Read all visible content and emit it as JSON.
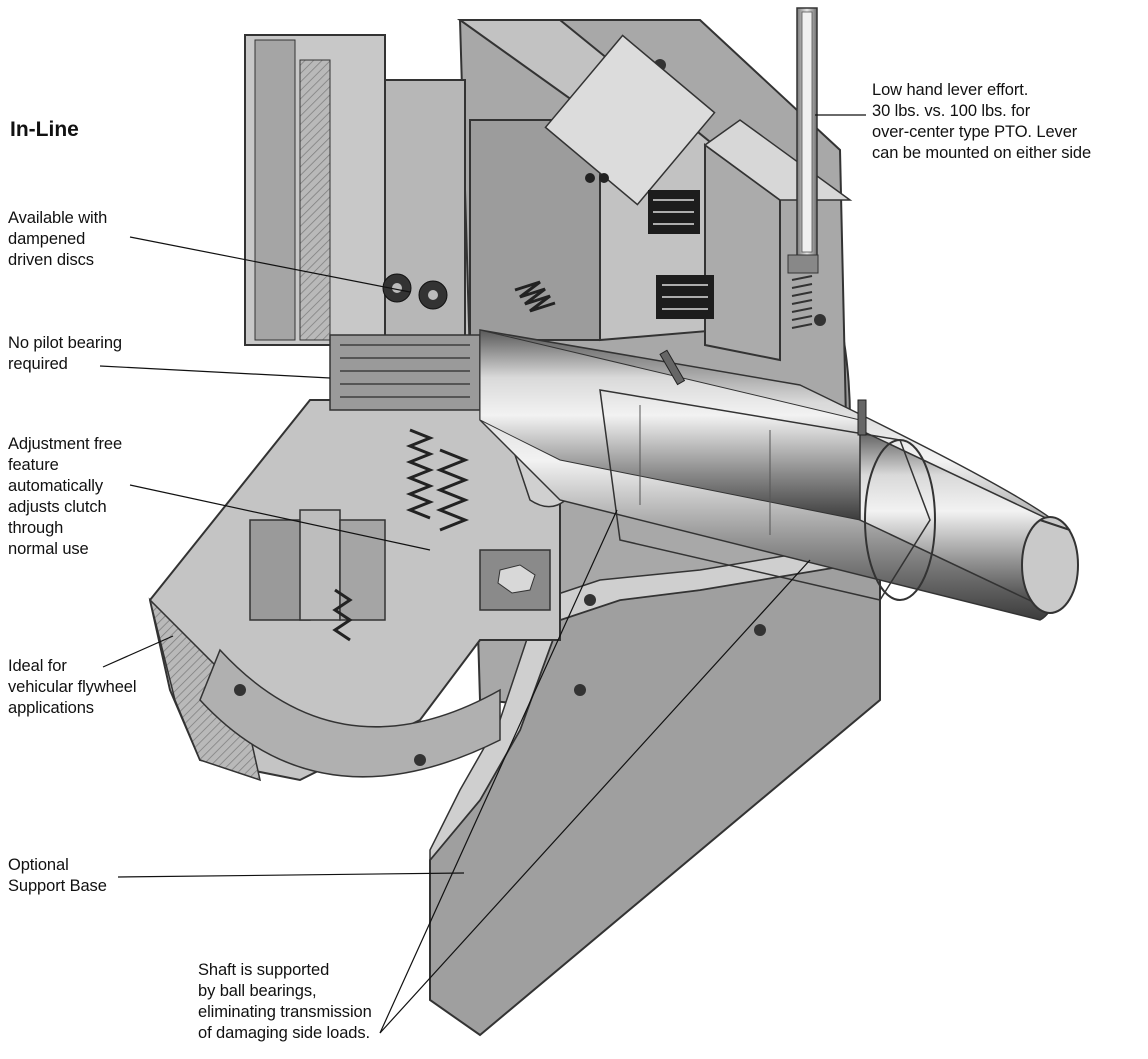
{
  "diagram": {
    "title": "In-Line",
    "callouts": [
      {
        "id": "lever",
        "lines": [
          "Low hand lever effort.",
          "30 lbs. vs. 100 lbs. for",
          "over-center type PTO. Lever",
          "can be  mounted on either side"
        ]
      },
      {
        "id": "discs",
        "lines": [
          "Available with",
          "dampened",
          "driven discs"
        ]
      },
      {
        "id": "pilot",
        "lines": [
          "No pilot bearing",
          "required"
        ]
      },
      {
        "id": "adjust",
        "lines": [
          "Adjustment free",
          "feature",
          "automatically",
          "adjusts clutch",
          "through",
          "normal use"
        ]
      },
      {
        "id": "flywheel",
        "lines": [
          "Ideal for",
          "vehicular flywheel",
          "applications"
        ]
      },
      {
        "id": "base",
        "lines": [
          "Optional",
          "Support Base"
        ]
      },
      {
        "id": "bearings",
        "lines": [
          "Shaft is supported",
          "by ball bearings,",
          "eliminating transmission",
          "of damaging side loads."
        ]
      }
    ]
  }
}
